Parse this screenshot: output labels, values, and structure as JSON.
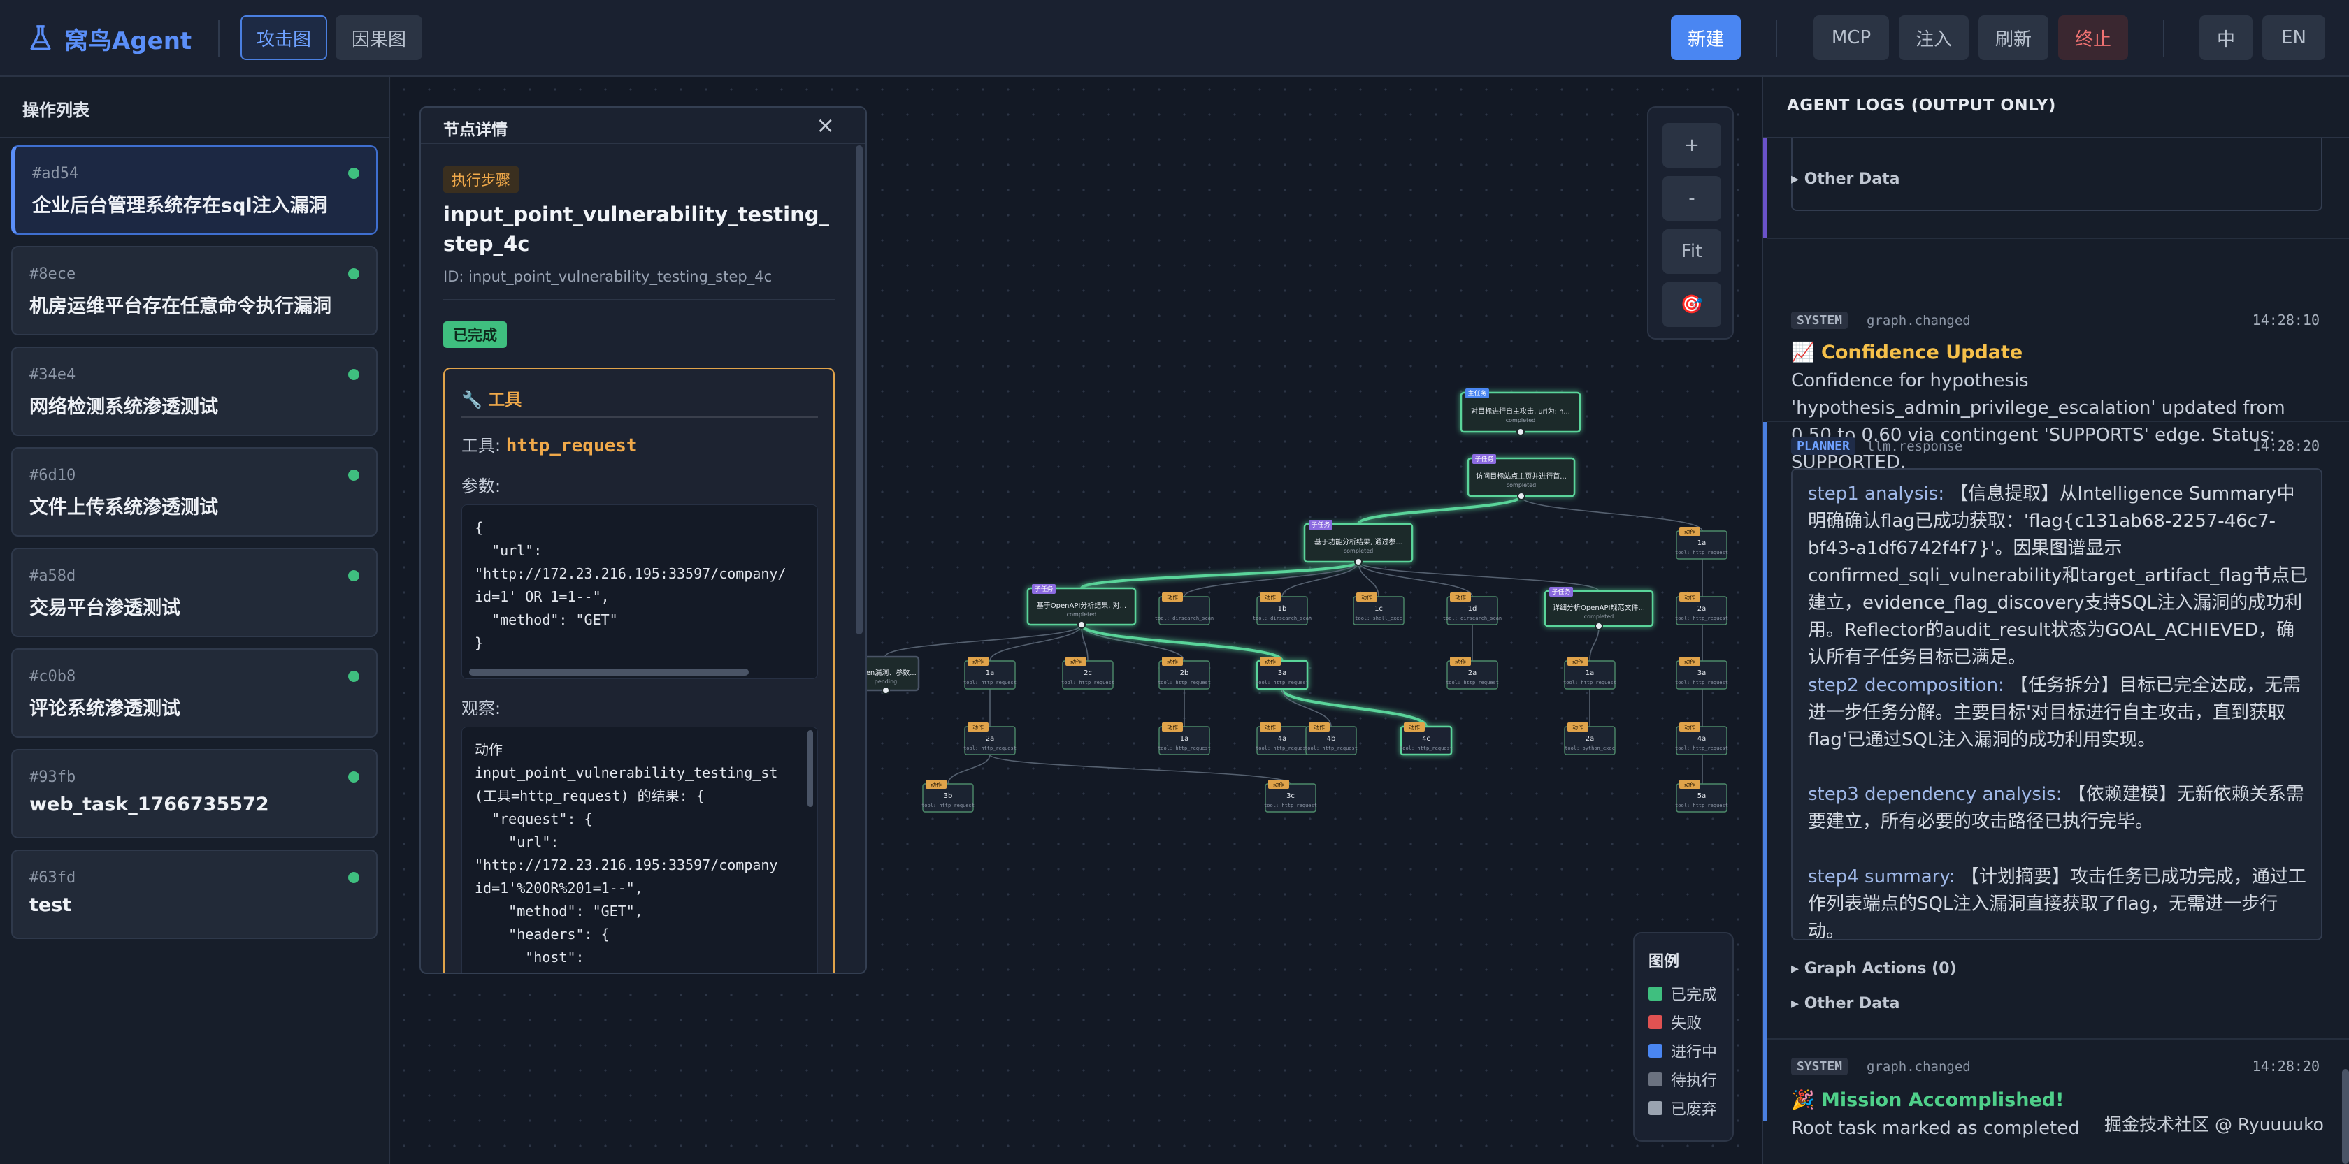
{
  "header": {
    "brand": "窝鸟Agent",
    "tabs": [
      "攻击图",
      "因果图"
    ],
    "new_label": "新建",
    "actions": [
      "MCP",
      "注入",
      "刷新"
    ],
    "stop_label": "终止",
    "lang": [
      "中",
      "EN"
    ]
  },
  "sidebar": {
    "title": "操作列表",
    "operations": [
      {
        "id": "#ad54",
        "name": "企业后台管理系统存在sql注入漏洞"
      },
      {
        "id": "#8ece",
        "name": "机房运维平台存在任意命令执行漏洞"
      },
      {
        "id": "#34e4",
        "name": "网络检测系统渗透测试"
      },
      {
        "id": "#6d10",
        "name": "文件上传系统渗透测试"
      },
      {
        "id": "#a58d",
        "name": "交易平台渗透测试"
      },
      {
        "id": "#c0b8",
        "name": "评论系统渗透测试"
      },
      {
        "id": "#93fb",
        "name": "web_task_1766735572"
      },
      {
        "id": "#63fd",
        "name": "test"
      }
    ]
  },
  "detail": {
    "title": "节点详情",
    "close": "×",
    "type_tag": "执行步骤",
    "node_name": "input_point_vulnerability_testing_step_4c",
    "node_id": "ID: input_point_vulnerability_testing_step_4c",
    "status": "已完成",
    "tool_section": "🔧 工具",
    "tool_label": "工具:",
    "tool_name": "http_request",
    "params_label": "参数:",
    "params_code": "{\n  \"url\":\n\"http://172.23.216.195:33597/company/\nid=1' OR 1=1--\",\n  \"method\": \"GET\"\n}",
    "observation_label": "观察:",
    "observation_code": "动作\ninput_point_vulnerability_testing_st\n(工具=http_request) 的结果: {\n  \"request\": {\n    \"url\":\n\"http://172.23.216.195:33597/company\nid=1'%20OR%201=1--\",\n    \"method\": \"GET\",\n    \"headers\": {\n      \"host\":"
  },
  "zoom": {
    "in": "+",
    "out": "-",
    "fit": "Fit",
    "target": "🎯"
  },
  "legend": {
    "title": "图例",
    "items": [
      {
        "label": "已完成",
        "color": "#3fbf7f"
      },
      {
        "label": "失败",
        "color": "#e05252"
      },
      {
        "label": "进行中",
        "color": "#4a86f2"
      },
      {
        "label": "待执行",
        "color": "#6b7280"
      },
      {
        "label": "已废弃",
        "color": "#9aa3b0"
      }
    ]
  },
  "graph": {
    "root_tag": "主任务",
    "root_text": "对目标进行自主攻击, url为: h...",
    "sub1_tag": "子任务",
    "sub1_text": "访问目标站点主页并进行首...",
    "sub2_tag": "子任务",
    "sub2_text": "基于功能分析结果, 通过参...",
    "sub3_tag": "子任务",
    "sub3_text": "基于OpenAPI分析结果, 对...",
    "sub4_tag": "子任务",
    "sub4_text": "详细分析OpenAPI规范文件...",
    "left_text": "token漏洞、参数...",
    "action_tag": "动作",
    "status_completed": "completed",
    "status_pending": "pending",
    "tools": {
      "http_request": "tool: http_request",
      "dirsearch_scan": "tool: dirsearch_scan",
      "shell_exec": "tool: shell_exec",
      "python_exec": "tool: python_exec"
    },
    "labels": [
      "1a",
      "1b",
      "1c",
      "1d",
      "2a",
      "2b",
      "2c",
      "3a",
      "3b",
      "3c",
      "4a",
      "4b",
      "4c",
      "5a"
    ]
  },
  "logs": {
    "title": "AGENT LOGS (OUTPUT ONLY)",
    "other_data": "▸ Other Data",
    "graph_actions": "▸ Graph Actions (0)",
    "entry1": {
      "tag": "SYSTEM",
      "event": "graph.changed",
      "time": "14:28:10",
      "heading": "📈 Confidence Update",
      "body": "Confidence for hypothesis 'hypothesis_admin_privilege_escalation' updated from 0.50 to 0.60 via contingent 'SUPPORTS' edge. Status: SUPPORTED."
    },
    "entry2": {
      "tag": "PLANNER",
      "event": "llm.response",
      "time": "14:28:20",
      "s1_key": "step1 analysis:",
      "s1": "【信息提取】从Intelligence Summary中明确确认flag已成功获取：'flag{c131ab68-2257-46c7-bf43-a1df6742f4f7}'。因果图谱显示confirmed_sqli_vulnerability和target_artifact_flag节点已建立，evidence_flag_discovery支持SQL注入漏洞的成功利用。Reflector的audit_result状态为GOAL_ACHIEVED，确认所有子任务目标已满足。",
      "s2_key": "step2 decomposition:",
      "s2": "【任务拆分】目标已完全达成，无需进一步任务分解。主要目标'对目标进行自主攻击，直到获取flag'已通过SQL注入漏洞的成功利用实现。",
      "s3_key": "step3 dependency analysis:",
      "s3": "【依赖建模】无新依赖关系需要建立，所有必要的攻击路径已执行完毕。",
      "s4_key": "step4 summary:",
      "s4": "【计划摘要】攻击任务已成功完成，通过工作列表端点的SQL注入漏洞直接获取了flag，无需进一步行动。"
    },
    "entry3": {
      "tag": "SYSTEM",
      "event": "graph.changed",
      "time": "14:28:20",
      "heading": "🎉 Mission Accomplished!",
      "body": "Root task marked as completed"
    }
  },
  "watermark": "掘金技术社区 @ Ryuuuuko"
}
